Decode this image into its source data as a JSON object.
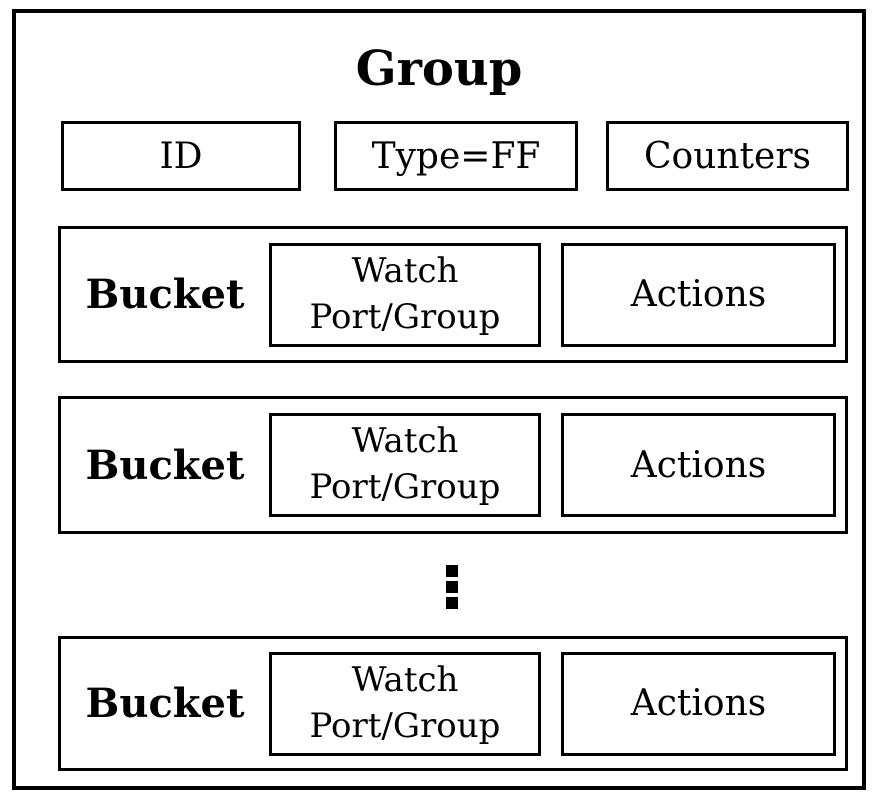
{
  "diagram": {
    "title": "Group",
    "header_fields": [
      {
        "label": "ID"
      },
      {
        "label": "Type=FF"
      },
      {
        "label": "Counters"
      }
    ],
    "buckets": [
      {
        "label": "Bucket",
        "watch_line1": "Watch",
        "watch_line2": "Port/Group",
        "actions_label": "Actions"
      },
      {
        "label": "Bucket",
        "watch_line1": "Watch",
        "watch_line2": "Port/Group",
        "actions_label": "Actions"
      },
      {
        "label": "Bucket",
        "watch_line1": "Watch",
        "watch_line2": "Port/Group",
        "actions_label": "Actions"
      }
    ],
    "ellipsis_icon": "vertical-ellipsis",
    "colors": {
      "border": "#000000",
      "background": "#ffffff",
      "text": "#000000"
    }
  }
}
